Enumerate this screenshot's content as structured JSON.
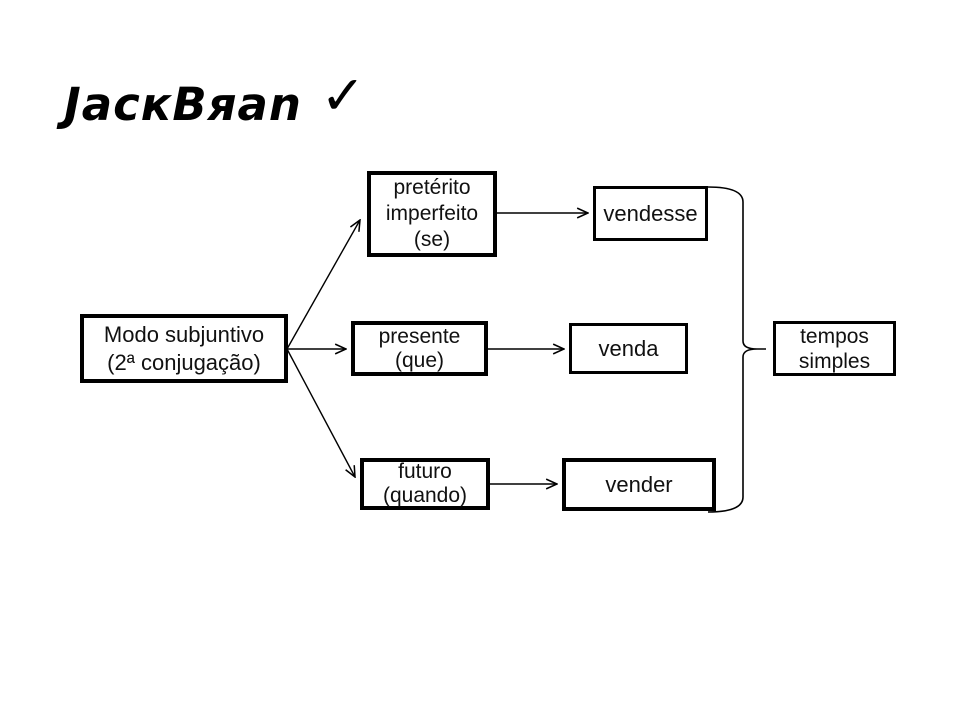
{
  "logo": {
    "text": "JacкBяan",
    "check_icon": "✓"
  },
  "diagram": {
    "root": {
      "line1": "Modo subjuntivo",
      "line2": "(2ª conjugação)"
    },
    "tenses": {
      "preterito": {
        "line1": "pretérito",
        "line2": "imperfeito",
        "line3": "(se)"
      },
      "presente": {
        "line1": "presente",
        "line2": "(que)"
      },
      "futuro": {
        "line1": "futuro",
        "line2": "(quando)"
      }
    },
    "forms": {
      "vendesse": "vendesse",
      "venda": "venda",
      "vender": "vender"
    },
    "result": {
      "line1": "tempos",
      "line2": "simples"
    }
  },
  "colors": {
    "ink": "#000000",
    "background": "#ffffff"
  }
}
